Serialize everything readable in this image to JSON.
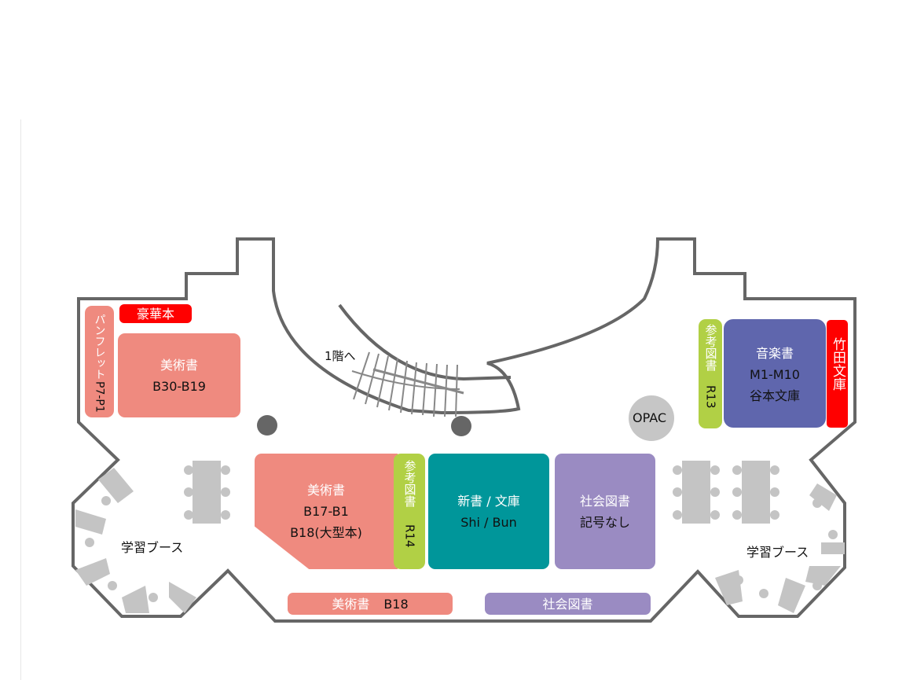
{
  "colors": {
    "art": "#ef8a7f",
    "special": "#ff0000",
    "reference": "#b1d045",
    "new_books": "#00969a",
    "social": "#9a8bc2",
    "music": "#5f66ad",
    "wall": "#666666",
    "furniture": "#c4c4c4"
  },
  "areas": {
    "pamphlet": {
      "title": "パンフレット",
      "code": "P7-P1"
    },
    "deluxe": {
      "title": "豪華本"
    },
    "art_upper": {
      "title": "美術書",
      "code": "B30-B19"
    },
    "stairs": {
      "label": "1階へ"
    },
    "art_main": {
      "title": "美術書",
      "code1": "B17-B1",
      "code2": "B18(大型本)"
    },
    "ref_r14": {
      "title": "参考図書",
      "code": "R14"
    },
    "new_books": {
      "title": "新書 / 文庫",
      "code": "Shi / Bun"
    },
    "social": {
      "title": "社会図書",
      "code": "記号なし"
    },
    "opac": {
      "label": "OPAC"
    },
    "ref_r13": {
      "title": "参考図書",
      "code": "R13"
    },
    "music": {
      "title": "音楽書",
      "code": "M1-M10",
      "sub": "谷本文庫"
    },
    "takeda": {
      "title": "竹田文庫"
    },
    "study_left": {
      "label": "学習ブース"
    },
    "study_right": {
      "label": "学習ブース"
    },
    "art_b18": {
      "title": "美術書",
      "code": "B18"
    },
    "social_lower": {
      "title": "社会図書"
    }
  }
}
